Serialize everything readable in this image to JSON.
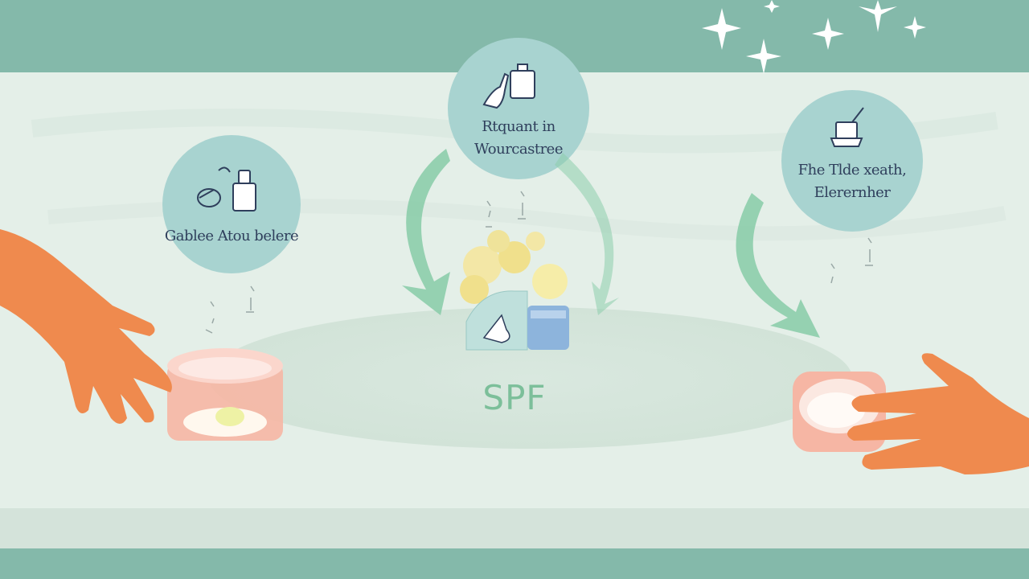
{
  "steps": [
    {
      "label_line1": "Gablee Atou belere",
      "label_line2": "",
      "icon": "cleanser-bottle-icon"
    },
    {
      "label_line1": "Rtquant in",
      "label_line2": "Wourcastree",
      "icon": "serum-dropper-icon"
    },
    {
      "label_line1": "Fhe Tlde xeath,",
      "label_line2": "Elerernher",
      "icon": "moisturizer-jar-icon"
    }
  ],
  "center_label": "SPF",
  "colors": {
    "teal_band": "#84b9aa",
    "circle": "#a8d3d0",
    "arrow": "#8ccdab",
    "hand": "#ef8a4e",
    "jar": "#f6b6a4",
    "spf_text": "#7cbf9a"
  }
}
